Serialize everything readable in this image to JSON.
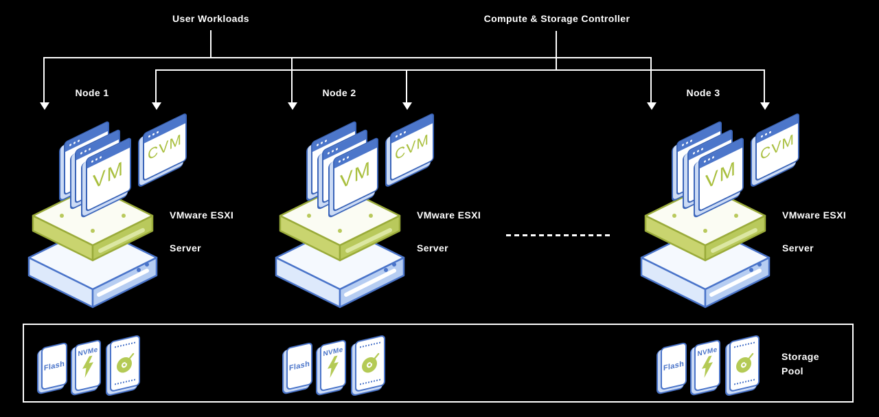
{
  "header": {
    "user_workloads_label": "User Workloads",
    "controller_label": "Compute & Storage Controller"
  },
  "nodes": [
    {
      "name": "Node 1",
      "vm": "VM",
      "cvm": "CVM",
      "server_line1": "VMware ESXI",
      "server_line2": "Server"
    },
    {
      "name": "Node 2",
      "vm": "VM",
      "cvm": "CVM",
      "server_line1": "VMware ESXI",
      "server_line2": "Server"
    },
    {
      "name": "Node 3",
      "vm": "VM",
      "cvm": "CVM",
      "server_line1": "VMware ESXI",
      "server_line2": "Server"
    }
  ],
  "separator": {
    "style": "dashed-white-line"
  },
  "storage_pool": {
    "label_line1": "Storage",
    "label_line2": "Pool",
    "group_count": 3,
    "drives": [
      {
        "label": "Flash",
        "icon": "flash-label"
      },
      {
        "label": "NVMe",
        "icon": "lightning-bolt"
      },
      {
        "label": "",
        "icon": "disk-platter"
      }
    ]
  },
  "colors": {
    "background": "#000000",
    "connector_line": "#ffffff",
    "text": "#ffffff",
    "window_bar_blue": "#4c76ca",
    "blue_border": "#3a64b8",
    "blue_side_light": "#ccdbf5",
    "green_text": "#a9bf3e",
    "green_icon": "#b4ca55",
    "slab_green_side": "#b9c95c",
    "slab_green_border": "#9aab3a",
    "slab_blue_right": "#b6cdf2"
  }
}
